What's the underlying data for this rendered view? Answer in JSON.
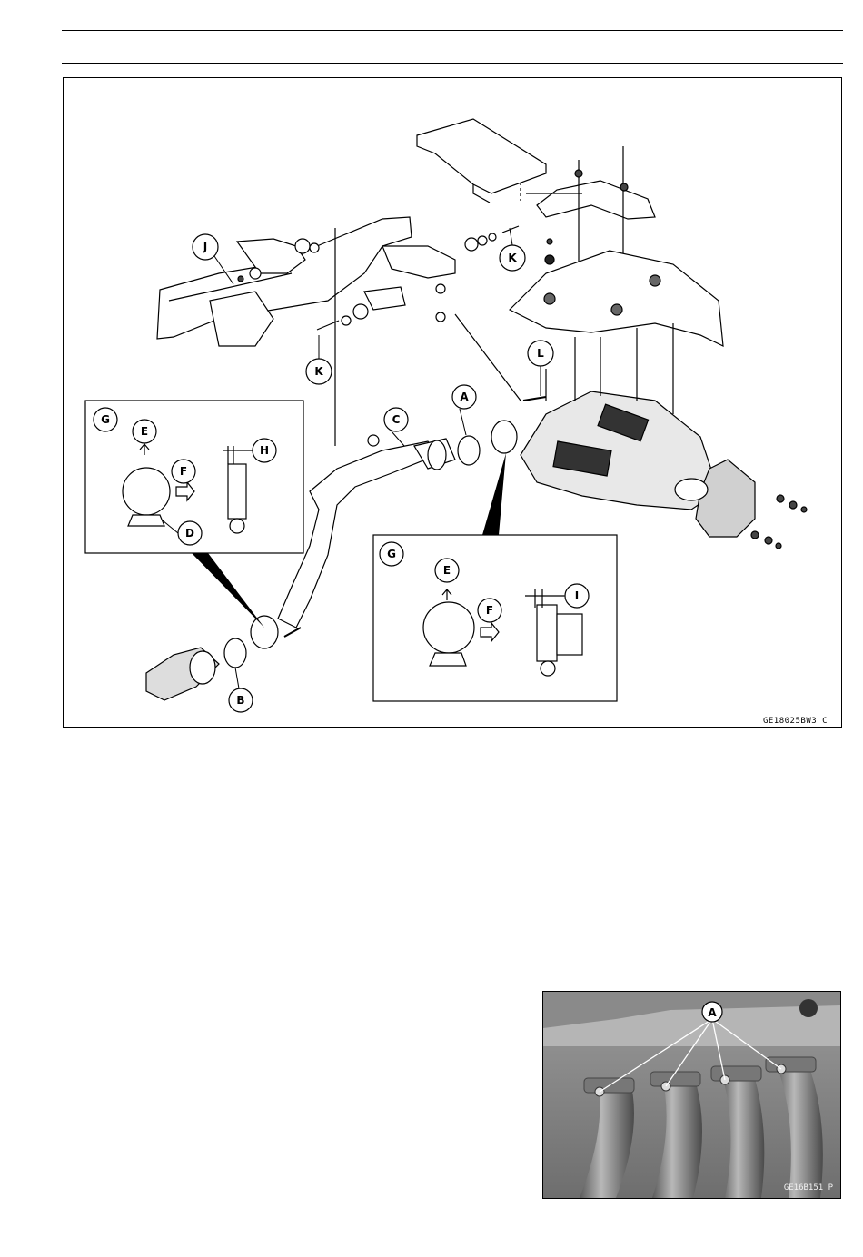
{
  "figure": {
    "code": "GE18025BW3  C",
    "callouts": {
      "A": "A",
      "B": "B",
      "C": "C",
      "D": "D",
      "E": "E",
      "F": "F",
      "G": "G",
      "H": "H",
      "I": "I",
      "J": "J",
      "K": "K",
      "L": "L"
    }
  },
  "photo": {
    "code": "GE16B151  P",
    "callout_label": "A"
  }
}
